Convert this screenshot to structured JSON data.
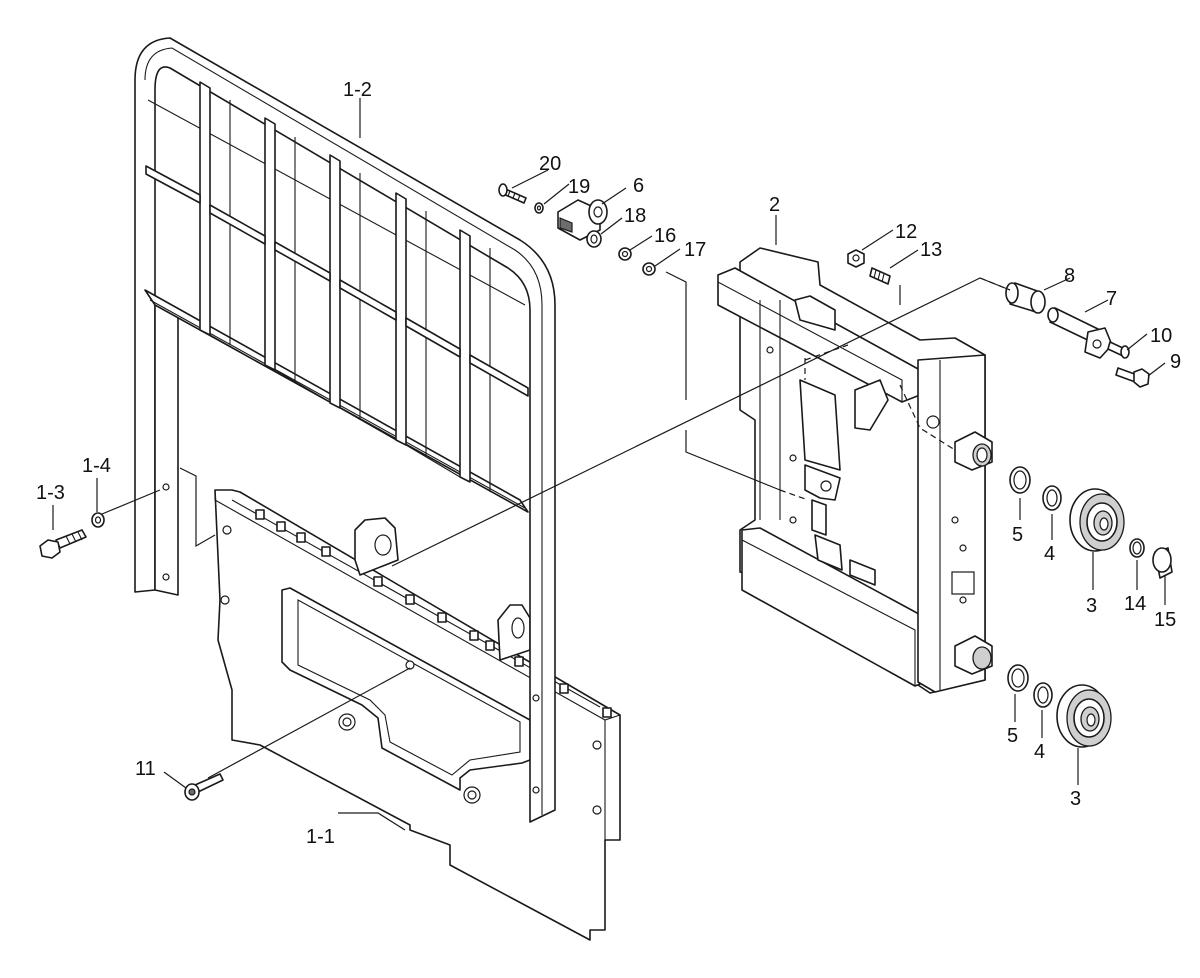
{
  "diagram": {
    "callouts": {
      "c_1_1": "1-1",
      "c_1_2": "1-2",
      "c_1_3": "1-3",
      "c_1_4": "1-4",
      "c_2": "2",
      "c_3a": "3",
      "c_3b": "3",
      "c_4a": "4",
      "c_4b": "4",
      "c_5a": "5",
      "c_5b": "5",
      "c_6": "6",
      "c_7": "7",
      "c_8": "8",
      "c_9": "9",
      "c_10": "10",
      "c_11": "11",
      "c_12": "12",
      "c_13": "13",
      "c_14": "14",
      "c_15": "15",
      "c_16": "16",
      "c_17": "17",
      "c_18": "18",
      "c_19": "19",
      "c_20": "20"
    }
  }
}
